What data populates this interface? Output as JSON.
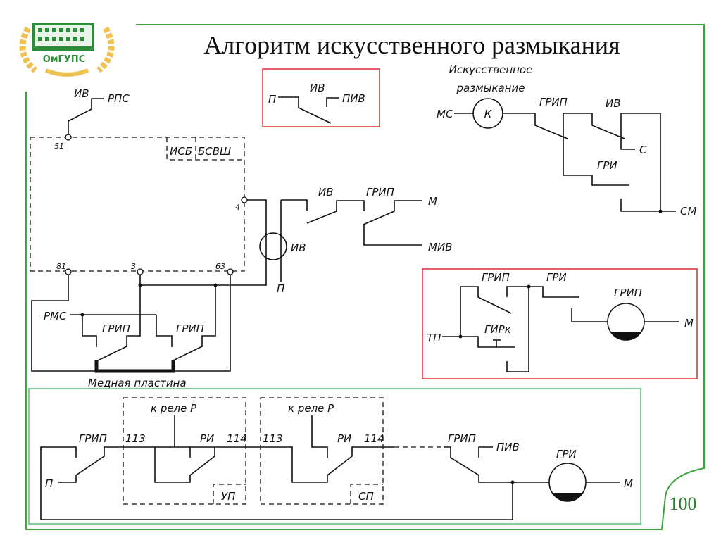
{
  "slide": {
    "title": "Алгоритм искусственного размыкания",
    "page_number": "100",
    "logo_text": "ОмГУПС",
    "frame_color": "#3aa63a",
    "highlight_color": "#e03030"
  },
  "top_left": {
    "iv": "ИВ",
    "rps": "РПС",
    "t51": "51",
    "isb": "ИСБ",
    "bsvsh": "БСВШ",
    "t4": "4",
    "t81": "81",
    "t3": "3",
    "t63": "63",
    "iv_motor": "ИВ",
    "p": "П",
    "iv_contact": "ИВ",
    "grip_contact": "ГРИП",
    "m": "М",
    "miv": "МИВ",
    "rms": "РМС",
    "grip1": "ГРИП",
    "grip2": "ГРИП",
    "copper_plate": "Медная пластина"
  },
  "red_box_1": {
    "p": "П",
    "iv": "ИВ",
    "piv": "ПИВ"
  },
  "top_right": {
    "caption_line1": "Искусственное",
    "caption_line2": "размыкание",
    "ms": "МС",
    "k": "К",
    "grip": "ГРИП",
    "iv": "ИВ",
    "c": "С",
    "gri": "ГРИ",
    "sm": "СМ"
  },
  "red_box_2": {
    "grip": "ГРИП",
    "gri": "ГРИ",
    "tp": "ТП",
    "girk": "ГИРк",
    "grip_lamp": "ГРИП",
    "m": "М"
  },
  "bottom": {
    "p": "П",
    "grip1": "ГРИП",
    "block1": {
      "k_rele": "к реле Р",
      "t113": "113",
      "ri": "РИ",
      "t114": "114",
      "name": "УП"
    },
    "block2": {
      "k_rele": "к реле Р",
      "t113": "113",
      "ri": "РИ",
      "t114": "114",
      "name": "СП"
    },
    "grip2": "ГРИП",
    "piv": "ПИВ",
    "gri_lamp": "ГРИ",
    "m": "М"
  }
}
